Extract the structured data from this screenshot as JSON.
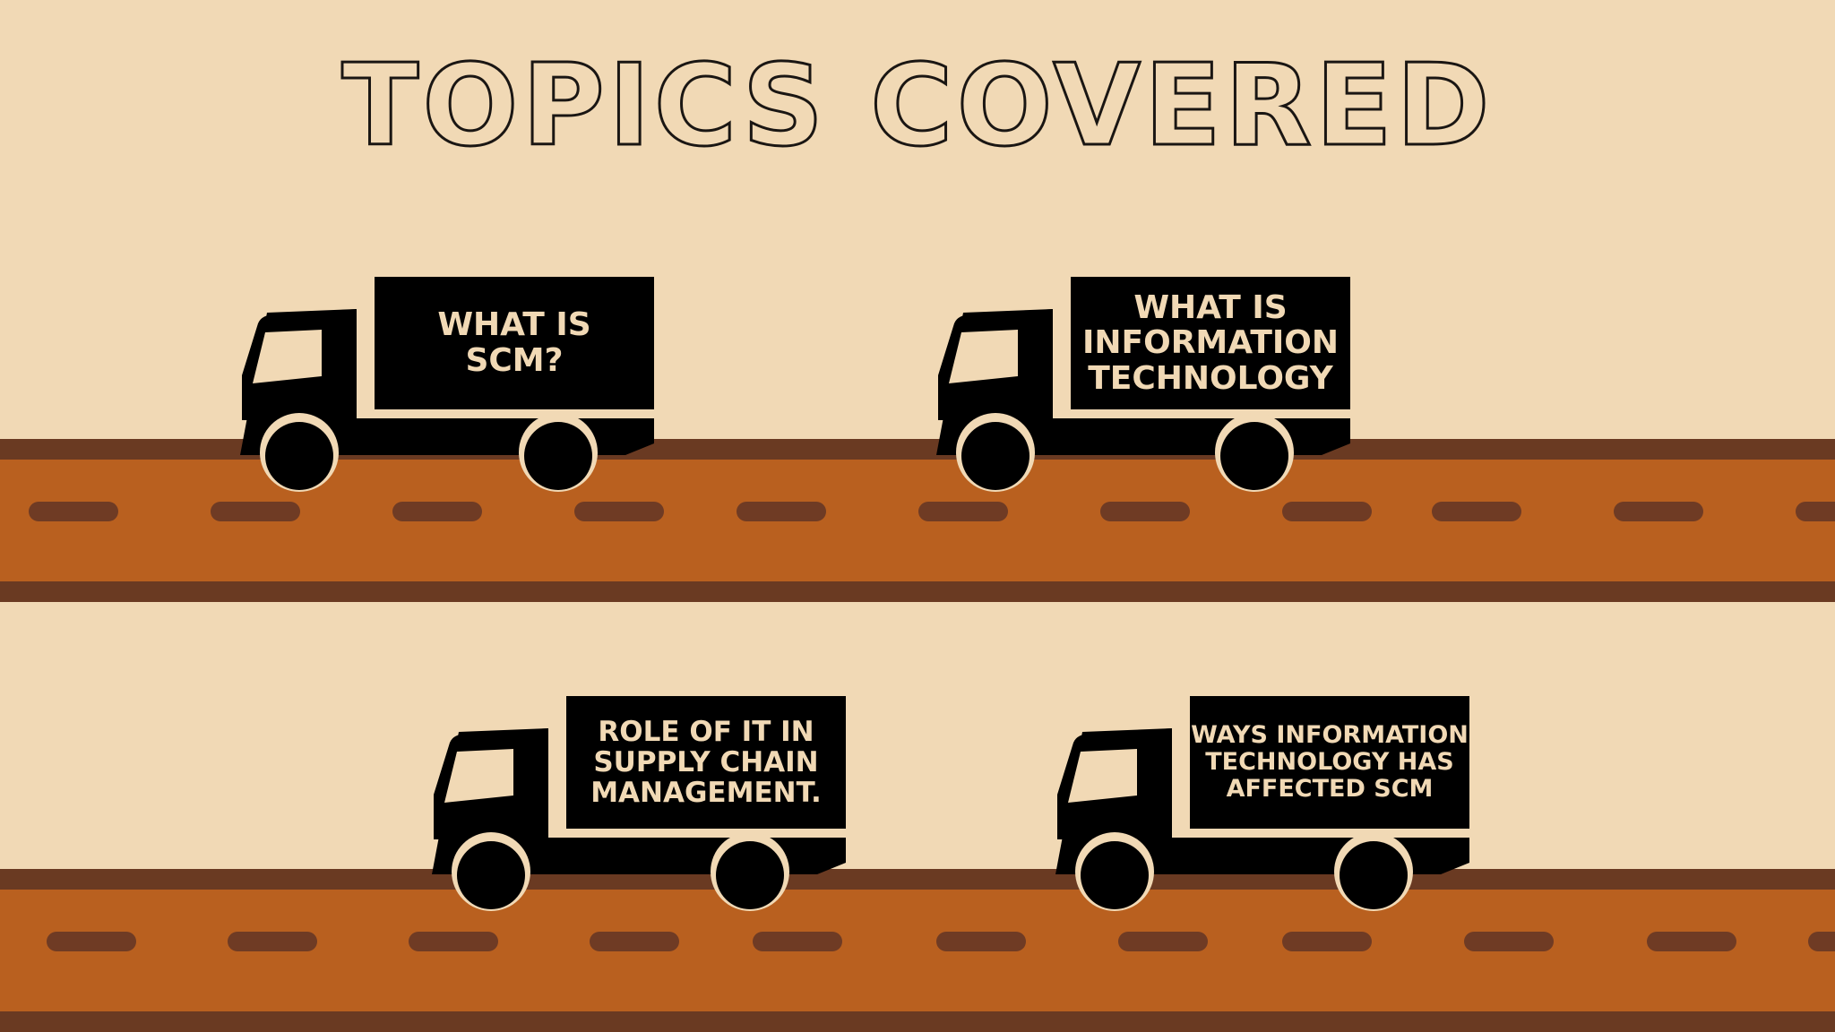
{
  "title": "TOPICS COVERED",
  "colors": {
    "background": "#f1d9b5",
    "road": "#b9601f",
    "road_edge": "#6a3a22",
    "road_dash": "#6f3b24",
    "truck": "#000000",
    "truck_text": "#f1d9b5"
  },
  "trucks": [
    {
      "label": "WHAT IS\nSCM?",
      "icon": "delivery-truck-icon"
    },
    {
      "label": "WHAT IS\nINFORMATION\nTECHNOLOGY",
      "icon": "delivery-truck-icon"
    },
    {
      "label": "ROLE OF IT IN\nSUPPLY CHAIN\nMANAGEMENT.",
      "icon": "delivery-truck-icon"
    },
    {
      "label": "WAYS INFORMATION\nTECHNOLOGY HAS\nAFFECTED SCM",
      "icon": "delivery-truck-icon"
    }
  ]
}
